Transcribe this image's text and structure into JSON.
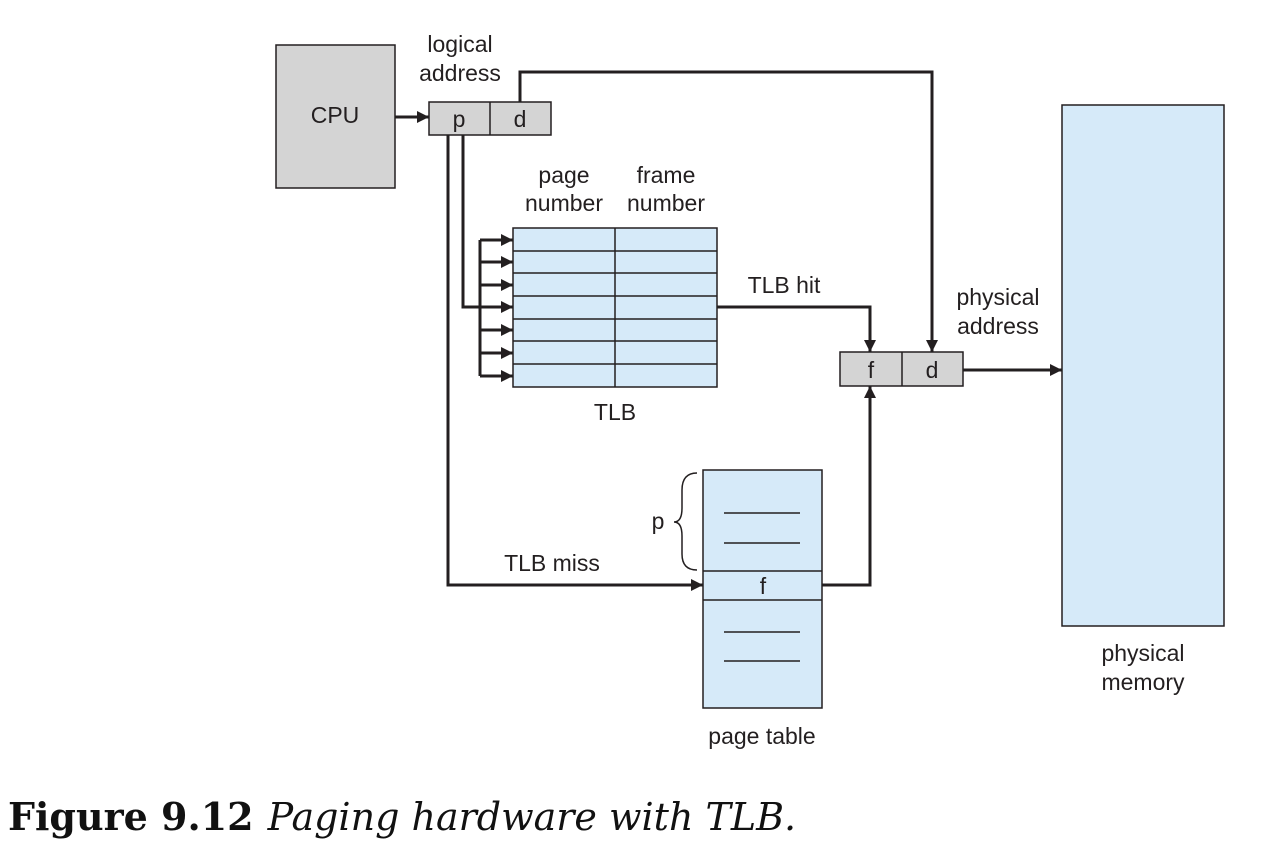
{
  "diagram": {
    "cpu_label": "CPU",
    "logical_address_label": [
      "logical",
      "address"
    ],
    "logical_fields": {
      "p": "p",
      "d": "d"
    },
    "tlb_column_headers": [
      [
        "page",
        "number"
      ],
      [
        "frame",
        "number"
      ]
    ],
    "tlb_label": "TLB",
    "tlb_rows": 7,
    "tlb_hit_label": "TLB hit",
    "tlb_miss_label": "TLB miss",
    "physical_address_label": [
      "physical",
      "address"
    ],
    "physical_fields": {
      "f": "f",
      "d": "d"
    },
    "page_table_label": "page table",
    "page_table_brace_label": "p",
    "page_table_entry": "f",
    "physical_memory_label": [
      "physical",
      "memory"
    ]
  },
  "colors": {
    "box_gray": "#d4d4d4",
    "table_blue": "#d6eaf9",
    "line": "#231f20"
  },
  "caption": {
    "number": "Figure 9.12",
    "text": "Paging hardware with TLB."
  }
}
